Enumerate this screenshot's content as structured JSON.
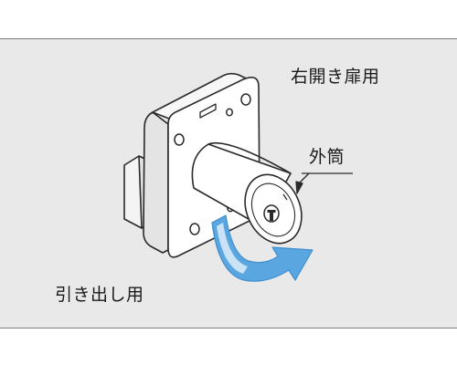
{
  "labels": {
    "right_door": "右開き扉用",
    "outer_cylinder": "外筒",
    "drawer": "引き出し用"
  },
  "colors": {
    "panel_background": "#e9e9ea",
    "line": "#2a2a2a",
    "arrow_fill": "#5aa6e0",
    "arrow_light": "#c9e2f6"
  },
  "icons": {
    "lock": "cam-lock-illustration",
    "rotation_arrow": "curved-arrow"
  }
}
